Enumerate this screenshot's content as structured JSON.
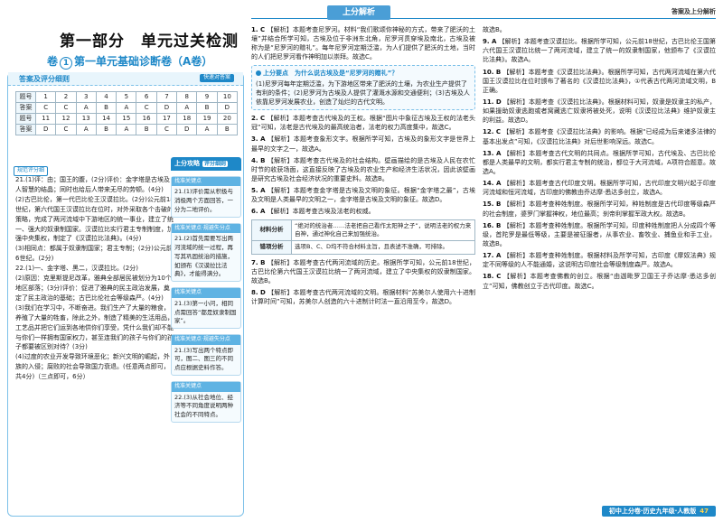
{
  "left": {
    "part_title": "第一部分　单元过关检测",
    "unit_prefix": "卷",
    "unit_num": "1",
    "unit_title": "第一单元基础诊断卷（A卷）",
    "answer_label": "答案及评分细则",
    "answer_tag": "快速对答案",
    "table": {
      "header_label": "题号",
      "answer_label": "答案",
      "row1_nums": [
        "1",
        "2",
        "3",
        "4",
        "5",
        "6",
        "7",
        "8",
        "9",
        "10"
      ],
      "row1_ans": [
        "C",
        "C",
        "A",
        "B",
        "A",
        "C",
        "D",
        "A",
        "B",
        "D"
      ],
      "row2_nums": [
        "11",
        "12",
        "13",
        "14",
        "15",
        "16",
        "17",
        "18",
        "19",
        "20"
      ],
      "row2_ans": [
        "D",
        "C",
        "A",
        "B",
        "A",
        "B",
        "C",
        "D",
        "A",
        "B"
      ]
    },
    "section_tag": "规范评分细",
    "body": [
      "21.(1)评：由；国王的腹，(2分)评价：金字塔是古埃及人智慧的结晶；同时也给后人带来无尽的劳顿。(4分)",
      "(2)古巴比伦，第一代巴比伦王汉谟拉比。(2分)公元前18世纪，第六代国王汉谟拉比在位时，对外采取各个击破的策略，完成了两河流域中下游地区的统一事业，建立了统一、强大的奴隶制国家。汉谟拉比实行君主专制制度，加强中央集权，制定了《汉谟拉比法典》。(4分)",
      "(3)相同点：都属于奴隶制国家；君主专制；(2分)公元前6世纪。(2分)",
      "22.(1)一、金字塔、黑二，汉谟拉比。(2分)",
      "(2)原因：克里斯提尼改革，雅典全部居民被划分为10个地区部落；(3分)评价：促进了雅典的民主政治发展，奠定了民主政治的基础；古巴比伦社会等级森严。(4分)",
      "(3)我们在学习中，不断奋进。我们生产了大量的粮食，养殖了大量的牲畜，除此之外，制造了精美的生活用品，工艺品并把它们运到各地供你们享受，凭什么我们却不能与你们一样拥有国家权力，甚至连我们的孩子与你们的孩子都要被区别对待？(3分)",
      "(4)过度的农业开发导致环境恶化；新兴文明的崛起，外族的入侵；腐败的社会导致国力衰退。(任意两点即可，共4分)（三点即可，6分）"
    ],
    "side": {
      "head": "上分攻略",
      "head_tag": "评分细则",
      "items": [
        {
          "tag": "找准关键点",
          "txt": "21.(1)评价需从积极与消极两个方面回答，一分为二地评价。"
        },
        {
          "tag": "找准关键点·规避失分点",
          "txt": "21.(2)首先需要写出两河流域的统一过程，再写其巩固统治的措施，如颁布《汉谟拉比法典》，才能得满分。"
        },
        {
          "tag": "找准关键点",
          "txt": "21.(3)第一小问，相同点需回答“都是奴隶制国家”。"
        },
        {
          "tag": "找准关键点·规避失分点",
          "txt": "21.(3)写出两个特点即可，图二、图三的不同点应根据史料作答。"
        },
        {
          "tag": "找准关键点",
          "txt": "22.(3)从社会地位、经济等不同角度说明两种社会的不同特点。"
        }
      ]
    }
  },
  "header": {
    "running_head": "答案及上分解析",
    "mid_banner": "上分解析"
  },
  "mid": {
    "blocks": [
      {
        "n": "1. C",
        "t": "【解析】本题考查尼罗河。材料“我们歌颂你神秘的方式，带来了肥沃的土壤”并结合所学可知，古埃及位于非洲东北角，尼罗河贯穿埃及南北，古埃及被称为是“尼罗河的赠礼”。每年尼罗河定期泛滥，为人们提供了肥沃的土地，当时的人们把尼罗河看作神明加以崇拜。故选C。"
      },
      {
        "tip_title": "上分要点　为什么说古埃及是“尼罗河的赠礼”？",
        "tip": "(1)尼罗河每年定期泛滥，为下游地区带来了肥沃的土壤，为农业生产提供了有利的条件；(2)尼罗河为古埃及人提供了灌溉水源和交通便利；(3)古埃及人依靠尼罗河发展农业，创造了灿烂的古代文明。"
      },
      {
        "n": "2. C",
        "t": "【解析】本题考查古代埃及的王权。根据“图片中象征古埃及王权的法老头冠”可知，法老是古代埃及的最高统治者，法老的权力高度集中，故选C。"
      },
      {
        "n": "3. A",
        "t": "【解析】本题考查象形文字。根据所学可知，古埃及的象形文字是世界上最早的文字之一，故选A。"
      },
      {
        "n": "4. B",
        "t": "【解析】本题考查古代埃及的社会结构。壁画描绘的是古埃及人民在农忙时节的收获场面，这直接反映了古埃及的农业生产和经济生活状况，因此该壁画是研究古埃及社会经济状况的重要史料。故选B。"
      },
      {
        "n": "5. A",
        "t": "【解析】本题考查金字塔是古埃及文明的象征。根据“金字塔之最”，古埃及文明是人类最早的文明之一，金字塔是古埃及文明的象征。故选D。"
      },
      {
        "n": "6. A",
        "t": "【解析】本题考查古埃及法老的权威。"
      },
      {
        "table": [
          [
            "材料分析",
            "“绝对的统治者……法老把自己看作太阳神之子”，说明法老的权力来自神，通过神化自己来加强统治。"
          ],
          [
            "错项分析",
            "选项B、C、D均不符合材料主旨，且表述不准确，可排除。"
          ]
        ]
      },
      {
        "n": "7. B",
        "t": "【解析】本题考查古代两河流域的历史。根据所学可知，公元前18世纪，古巴比伦第六代国王汉谟拉比统一了两河流域，建立了中央集权的奴隶制国家。故选B。"
      },
      {
        "n": "8. D",
        "t": "【解析】本题考查古代两河流域的文明。根据材料“苏美尔人使用六十进制计算时间”可知，苏美尔人创造的六十进制计时法一直沿用至今，故选D。"
      }
    ]
  },
  "right": {
    "top_line": "故选B。",
    "blocks": [
      {
        "n": "9. A",
        "t": "【解析】本题考查汉谟拉比。根据所学可知，公元前18世纪，古巴比伦王国第六代国王汉谟拉比统一了两河流域，建立了统一的奴隶制国家，他颁布了《汉谟拉比法典》。故选A。"
      },
      {
        "n": "10. B",
        "t": "【解析】本题考查《汉谟拉比法典》。根据所学可知，古代两河流域在第六代国王汉谟拉比在位时颁布了著名的《汉谟拉比法典》，①代表古代两河流域文明，B正确。"
      },
      {
        "n": "11. D",
        "t": "【解析】本题考查《汉谟拉比法典》。根据材料可知，奴隶是奴隶主的私产，如果援助奴隶逃跑或者窝藏逃亡奴隶将被处死，说明《汉谟拉比法典》维护奴隶主的利益。故选D。"
      },
      {
        "n": "12. C",
        "t": "【解析】本题考查《汉谟拉比法典》的影响。根据“已经成为后来诸多法律的基本出发点”可知，《汉谟拉比法典》对后世影响深远。故选C。"
      },
      {
        "n": "13. A",
        "t": "【解析】本题考查古代文明的共同点。根据所学可知，古代埃及、古巴比伦都是人类最早的文明，都实行君主专制的统治，都位于大河流域，A项符合题意。故选A。"
      },
      {
        "n": "14. A",
        "t": "【解析】本题考查古代印度文明。根据所学可知，古代印度文明兴起于印度河流域和恒河流域，古印度的佛教由乔达摩·悉达多创立，故选A。"
      },
      {
        "n": "15. B",
        "t": "【解析】本题考查种姓制度。根据所学可知，种姓制度是古代印度等级森严的社会制度，婆罗门掌握神权，地位最高；刹帝利掌握军政大权。故选B。"
      },
      {
        "n": "16. B",
        "t": "【解析】本题考查种姓制度。根据所学可知，印度种姓制度把人分成四个等级，首陀罗是最低等级，主要是被征服者，从事农业、畜牧业、捕鱼业和手工业，故选B。"
      },
      {
        "n": "17. A",
        "t": "【解析】本题考查种姓制度。根据材料及所学可知，古印度《摩奴法典》规定不同等级的人不能通婚，这说明古印度社会等级制度森严。故选A。"
      },
      {
        "n": "18. C",
        "t": "【解析】本题考查佛教的创立。根据“由迦毗罗卫国王子乔达摩·悉达多创立”可知，佛教创立于古代印度。故选C。"
      }
    ]
  },
  "footer": {
    "label": "初中上分卷·历史九年级·人教版",
    "page": "47"
  }
}
